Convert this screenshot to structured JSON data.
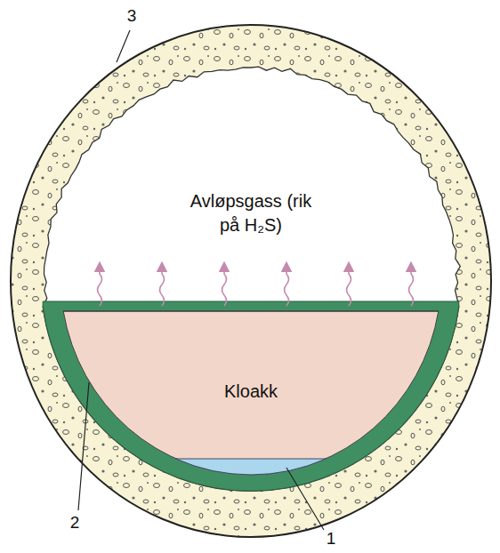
{
  "diagram": {
    "nodes": [
      {
        "text": [
          "Avløpsgass (rik på H₂S)"
        ]
      },
      {
        "text": [
          "Kloakk"
        ],
        "in": 0
      }
    ],
    "labels": [
      "3",
      "2",
      "1"
    ]
  }
}
